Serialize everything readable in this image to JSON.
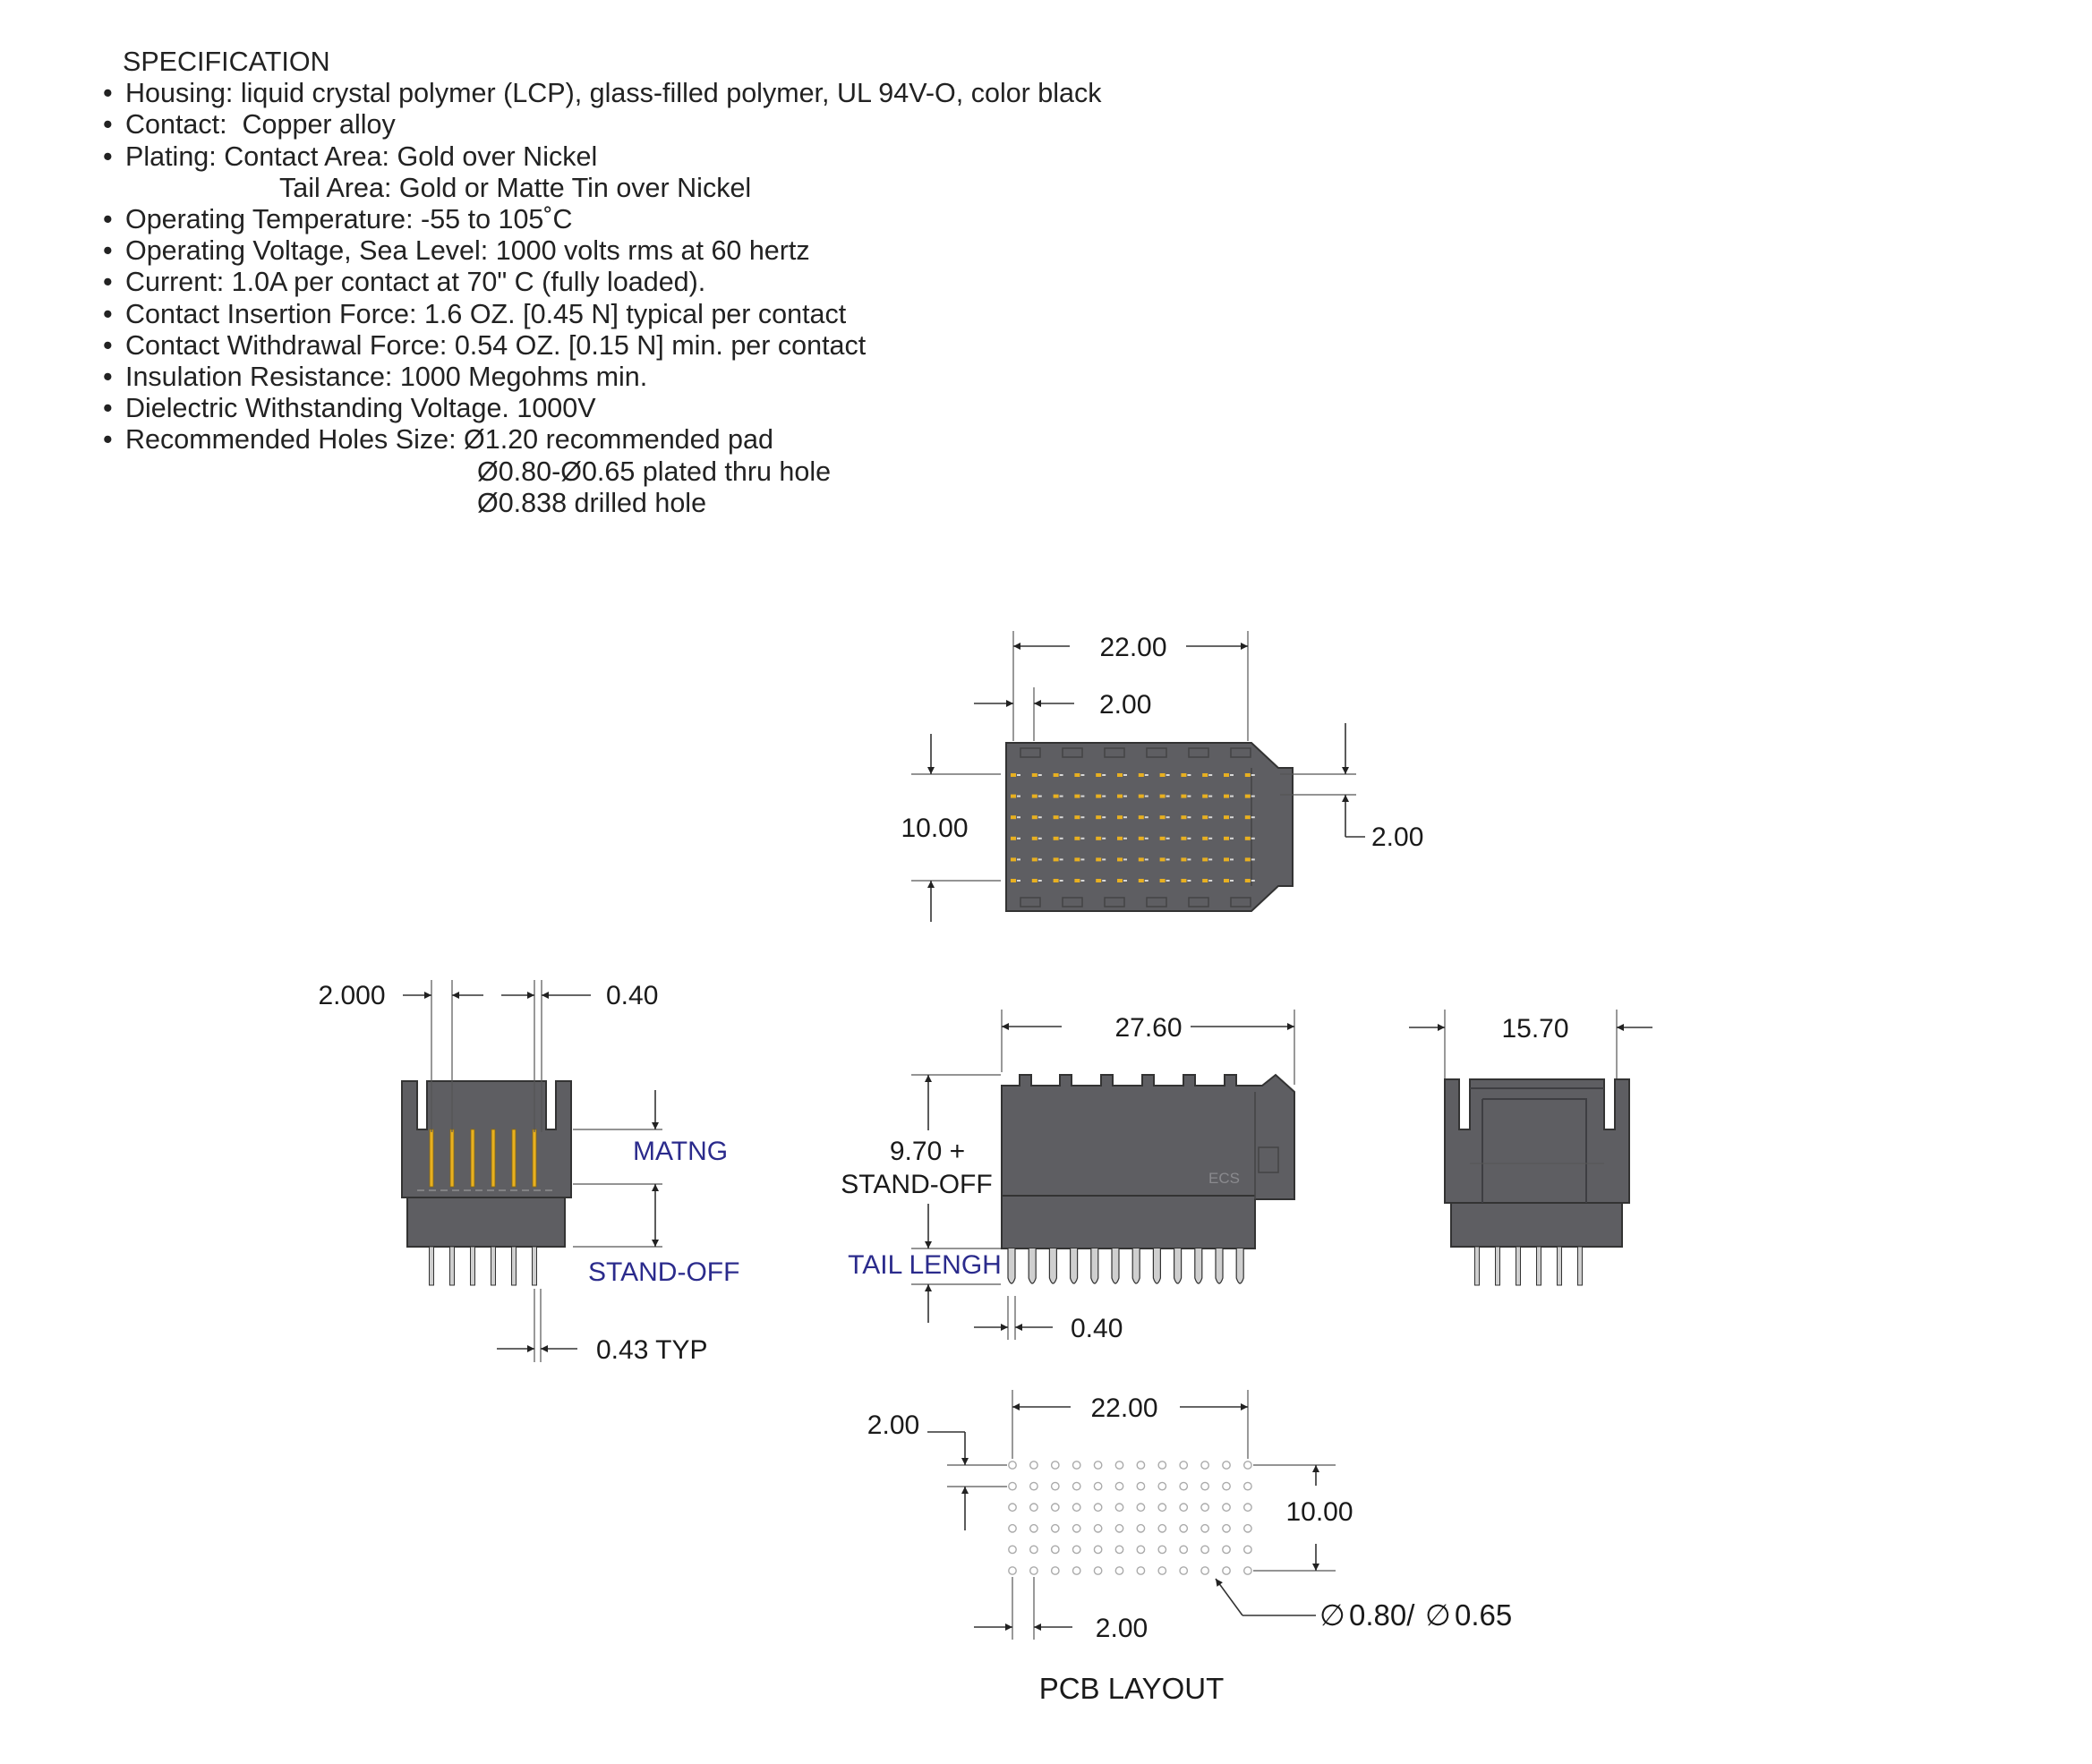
{
  "spec": {
    "title": "SPECIFICATION",
    "bullet": "•",
    "housing": "Housing: liquid crystal polymer (LCP), glass-filled polymer, UL 94V-O, color black",
    "contact": "Contact:  Copper alloy",
    "plating": "Plating: Contact Area: Gold over Nickel",
    "plating_tail": "Tail Area: Gold or Matte Tin over Nickel",
    "temp": "Operating Temperature: -55 to 105˚C",
    "voltage": "Operating Voltage, Sea Level: 1000 volts rms at 60 hertz",
    "current": "Current: 1.0A per contact at 70\" C (fully loaded).",
    "insertion": "Contact Insertion Force: 1.6 OZ. [0.45 N] typical per contact",
    "withdrawal": "Contact Withdrawal Force: 0.54 OZ. [0.15 N] min. per contact",
    "insulation": "Insulation Resistance: 1000 Megohms min.",
    "dielectric": "Dielectric Withstanding Voltage. 1000V",
    "holes": "Recommended Holes Size: Ø1.20 recommended pad",
    "holes2": "Ø0.80-Ø0.65 plated thru hole",
    "holes3": "Ø0.838 drilled hole"
  },
  "top_view": {
    "width": "22.00",
    "pitch": "2.00",
    "height": "10.00",
    "offset": "2.00"
  },
  "side_view": {
    "pitch": "2.000",
    "gap": "0.40",
    "mating": "MATNG",
    "standoff": "STAND-OFF",
    "tail_pitch": "0.43 TYP"
  },
  "front_view": {
    "length": "27.60",
    "height_a": "9.70  +",
    "height_b": "STAND-OFF",
    "tail": "TAIL LENGH",
    "tail_width": "0.40",
    "marking": "ECS"
  },
  "end_view": {
    "width": "15.70"
  },
  "pcb": {
    "width": "22.00",
    "row_pitch": "2.00",
    "height": "10.00",
    "col_pitch": "2.00",
    "hole_label": "0.80/",
    "hole_label2": "0.65",
    "diameter_symbol": "∅",
    "caption": "PCB LAYOUT"
  },
  "colors": {
    "housing": "#5e5e62",
    "housing_edge": "#333333",
    "contact": "#e8b020",
    "label": "#2b2b8c"
  }
}
